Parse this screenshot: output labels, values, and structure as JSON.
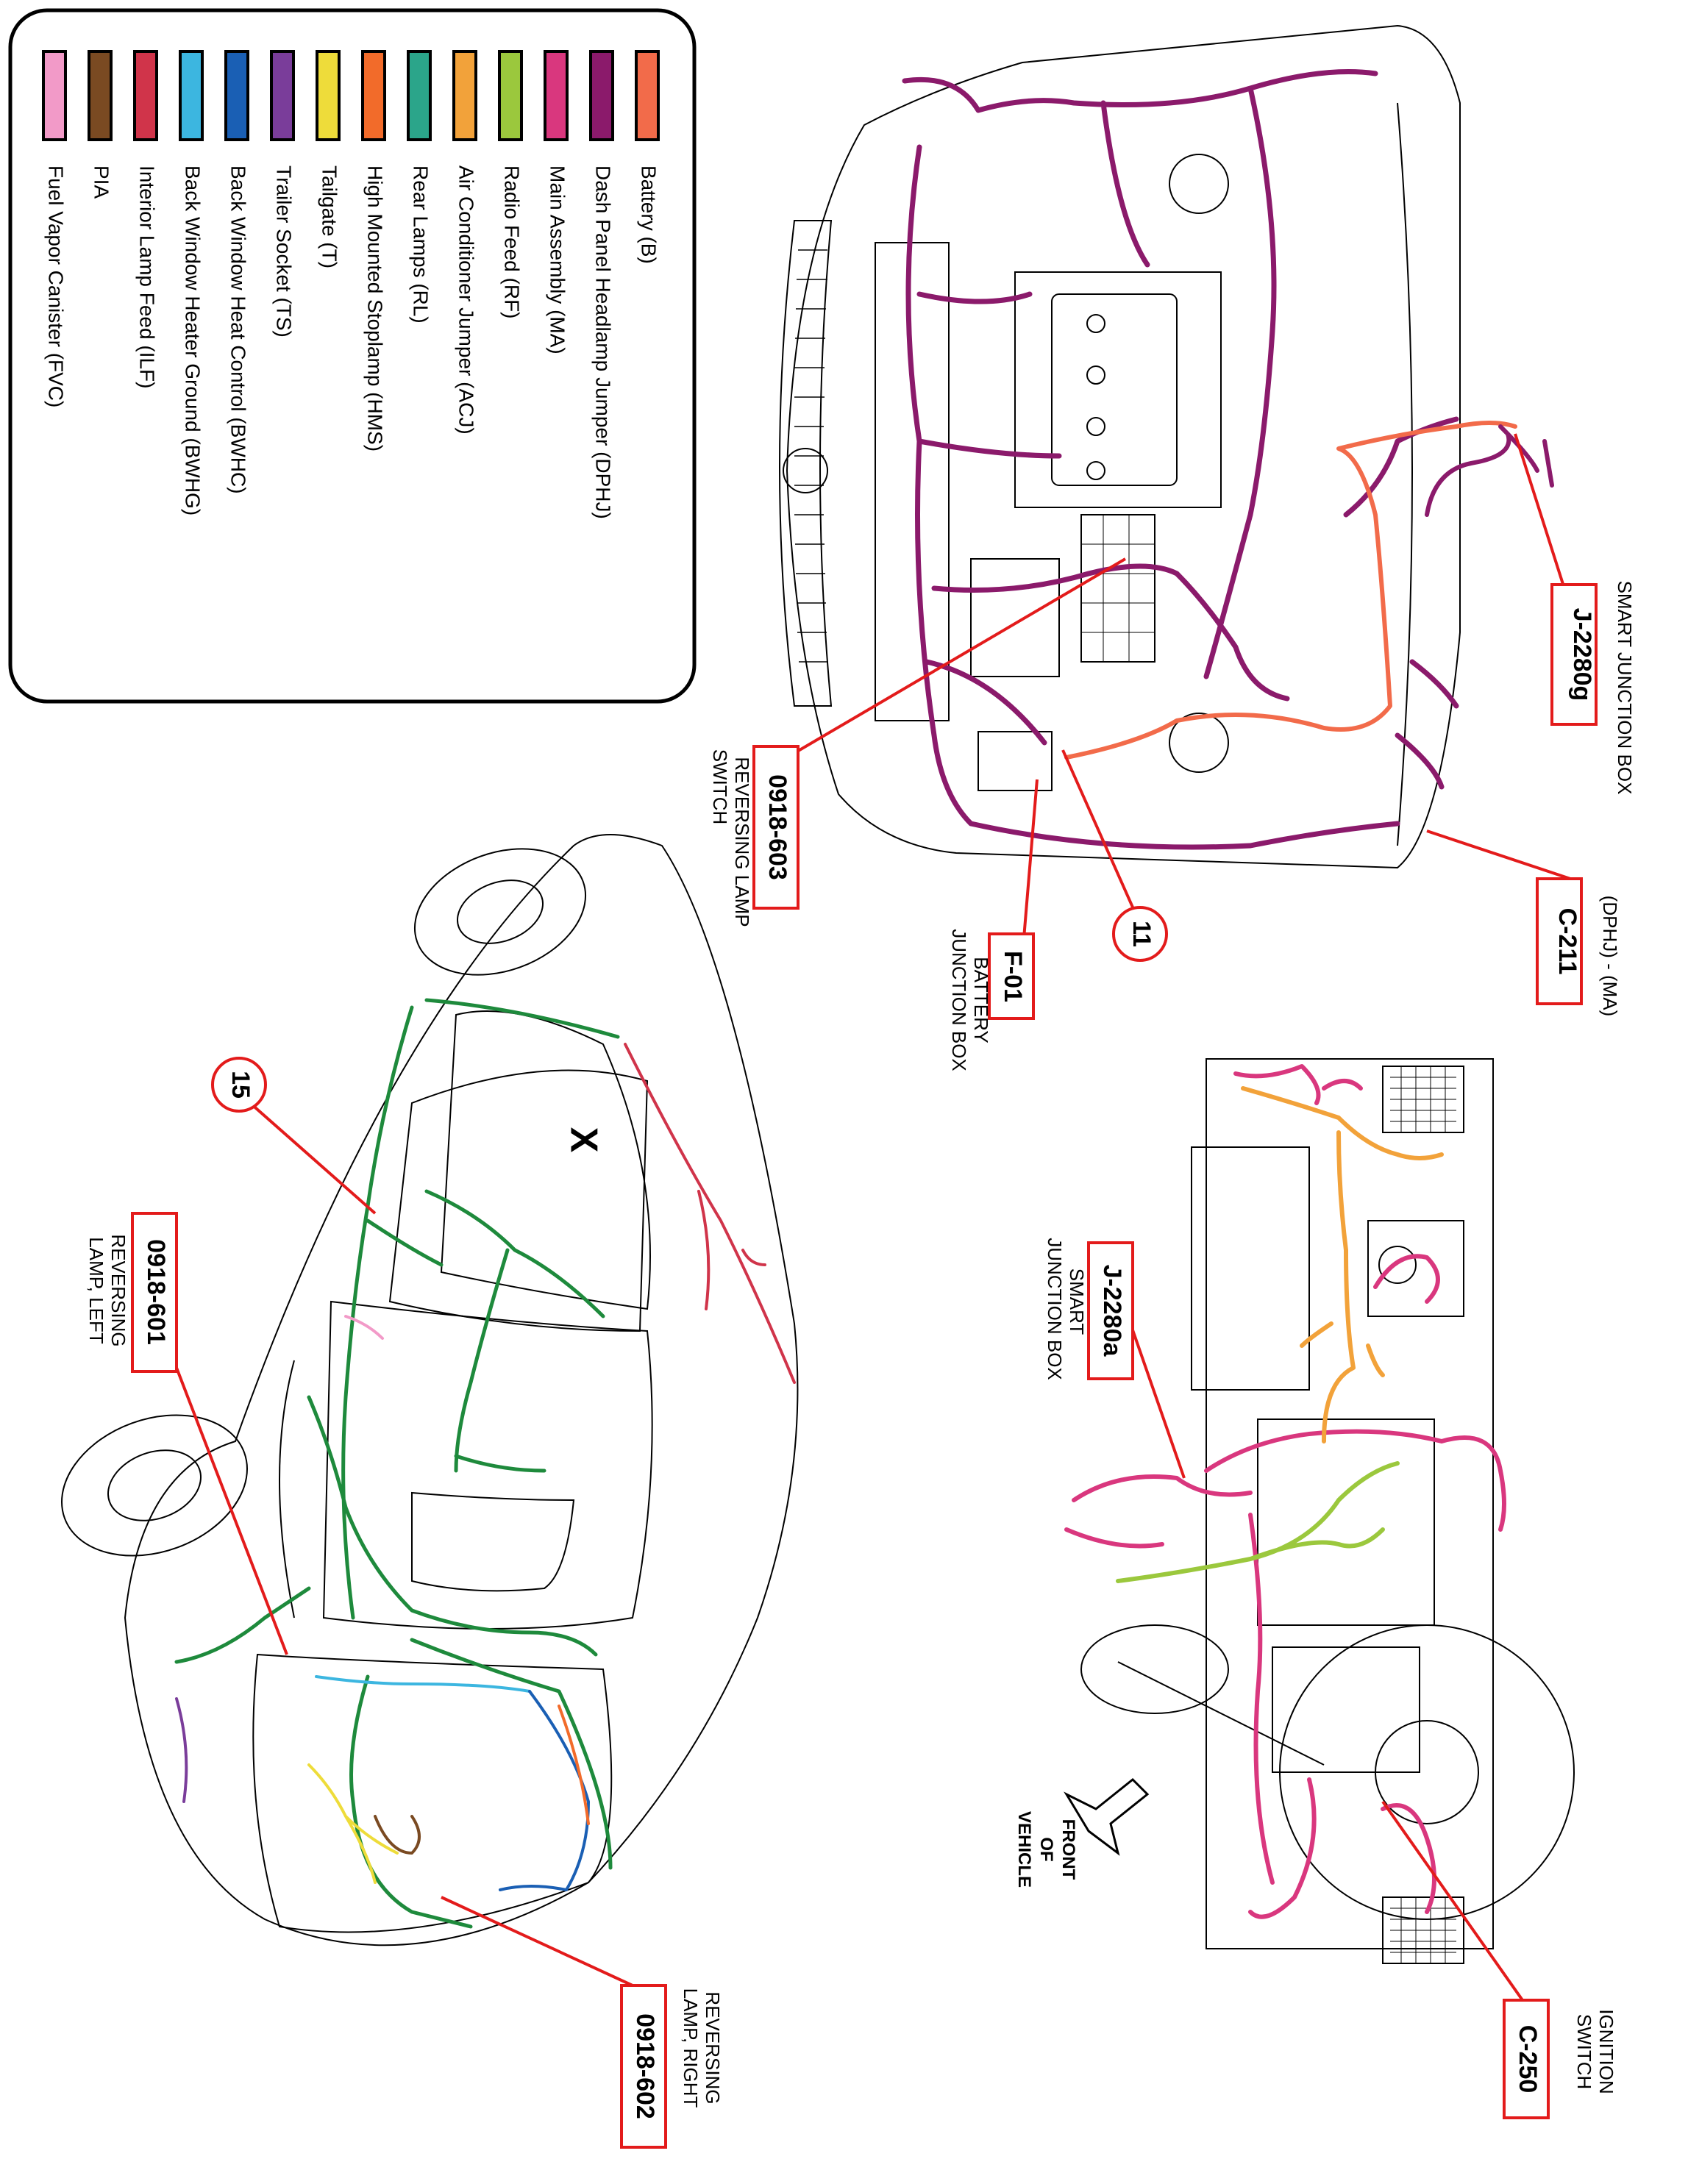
{
  "legend": {
    "items": [
      {
        "label": "Battery (B)",
        "color": "#F26B4A"
      },
      {
        "label": "Dash Panel Headlamp Jumper (DPHJ)",
        "color": "#8B1A6B"
      },
      {
        "label": "Main Assembly (MA)",
        "color": "#D9377E"
      },
      {
        "label": "Radio Feed (RF)",
        "color": "#9BC83D"
      },
      {
        "label": "Air Conditioner Jumper   (ACJ)",
        "color": "#F2A23A"
      },
      {
        "label": "Rear Lamps (RL)",
        "color": "#2BA58A"
      },
      {
        "label": "High Mounted Stoplamp (HMS)",
        "color": "#F26B2A"
      },
      {
        "label": "Tailgate (T)",
        "color": "#EEDC3A"
      },
      {
        "label": "Trailer Socket  (TS)",
        "color": "#7A3D9A"
      },
      {
        "label": "Back Window Heat Control (BWHC)",
        "color": "#1A5FB4"
      },
      {
        "label": "Back Window Heater Ground (BWHG)",
        "color": "#3CB6E0"
      },
      {
        "label": "Interior Lamp Feed (ILF)",
        "color": "#D0344A"
      },
      {
        "label": "PIA",
        "color": "#7A4A22"
      },
      {
        "label": "Fuel Vapor Canister (FVC)",
        "color": "#F29AC8"
      }
    ]
  },
  "callouts": {
    "j2280g": {
      "code": "J-2280g",
      "desc": "SMART JUNCTION BOX"
    },
    "c211": {
      "code": "C-211",
      "desc": "(DPHJ) - (MA)"
    },
    "f01": {
      "code": "F-01",
      "desc_line1": "BATTERY",
      "desc_line2": "JUNCTION BOX"
    },
    "n11": {
      "code": "11"
    },
    "s603": {
      "code": "0918-603",
      "desc_line1": "REVERSING LAMP",
      "desc_line2": "SWITCH"
    },
    "j2280a": {
      "code": "J-2280a",
      "desc_line1": "SMART",
      "desc_line2": "JUNCTION BOX"
    },
    "c250": {
      "code": "C-250",
      "desc_line1": "IGNITION",
      "desc_line2": "SWITCH"
    },
    "front": {
      "line1": "FRONT",
      "line2": "OF",
      "line3": "VEHICLE"
    },
    "n15": {
      "code": "15"
    },
    "s601": {
      "code": "0918-601",
      "desc_line1": "REVERSING",
      "desc_line2": "LAMP, LEFT"
    },
    "s602": {
      "code": "0918-602",
      "desc_line1": "REVERSING",
      "desc_line2": "LAMP, RIGHT"
    },
    "x_mark": {
      "code": "X"
    }
  },
  "colors": {
    "callout_red": "#E31B1B",
    "dphj": "#8B1A6B",
    "ma": "#D9377E",
    "battery": "#F26B4A",
    "acj": "#F2A23A",
    "rf": "#9BC83D",
    "rear_green": "#1E8A3C",
    "ilf": "#D0344A"
  }
}
